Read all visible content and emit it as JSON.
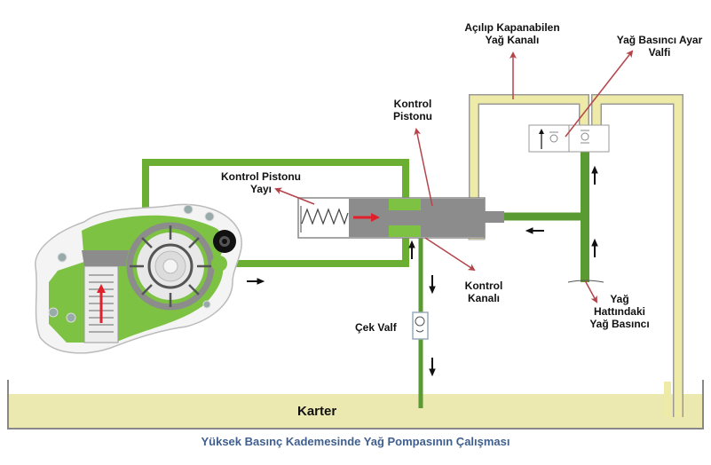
{
  "diagram": {
    "caption": "Yüksek Basınç Kademesinde Yağ Pompasının Çalışması",
    "labels": {
      "switchable_channel": [
        "Açılıp Kapanabilen",
        "Yağ Kanalı"
      ],
      "pressure_regulator_valve": [
        "Yağ Basıncı Ayar",
        "Valfi"
      ],
      "control_piston": [
        "Kontrol",
        "Pistonu"
      ],
      "control_piston_spring": [
        "Kontrol Pistonu",
        "Yayı"
      ],
      "control_channel": [
        "Kontrol",
        "Kanalı"
      ],
      "check_valve": "Çek Valf",
      "oil_line_pressure": [
        "Yağ",
        "Hattındaki",
        "Yağ Basıncı"
      ],
      "sump": "Karter"
    },
    "colors": {
      "oil_pressurized": "#7dc242",
      "oil_line_dark": "#5a9a32",
      "switchable_channel": "#eeeaa8",
      "sump_fill": "#ece9b0",
      "piston_gray": "#8c8c8c",
      "pointer_arrow": "#b5434a",
      "caption": "#3f5f8f",
      "flow_arrow_red": "#e0202a"
    },
    "flow_arrows": [
      "right",
      "up",
      "down",
      "down",
      "left",
      "up",
      "up"
    ]
  }
}
